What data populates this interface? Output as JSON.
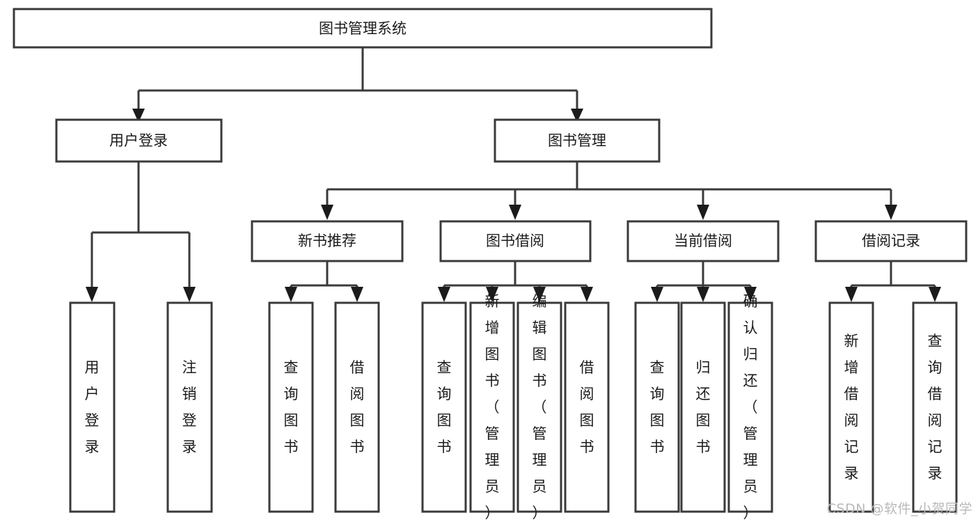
{
  "diagram": {
    "title": "图书管理系统",
    "type": "tree-hierarchy",
    "root": {
      "label": "图书管理系统",
      "children": [
        {
          "label": "用户登录",
          "children": [
            {
              "label": "用户登录"
            },
            {
              "label": "注销登录"
            }
          ]
        },
        {
          "label": "图书管理",
          "children": [
            {
              "label": "新书推荐",
              "children": [
                {
                  "label": "查询图书"
                },
                {
                  "label": "借阅图书"
                }
              ]
            },
            {
              "label": "图书借阅",
              "children": [
                {
                  "label": "查询图书"
                },
                {
                  "label": "新增图书（管理员）"
                },
                {
                  "label": "编辑图书（管理员）"
                },
                {
                  "label": "借阅图书"
                }
              ]
            },
            {
              "label": "当前借阅",
              "children": [
                {
                  "label": "查询图书"
                },
                {
                  "label": "归还图书"
                },
                {
                  "label": "确认归还（管理员）"
                }
              ]
            },
            {
              "label": "借阅记录",
              "children": [
                {
                  "label": "新增借阅记录"
                },
                {
                  "label": "查询借阅记录"
                }
              ]
            }
          ]
        }
      ]
    },
    "nodes": {
      "root_title": "图书管理系统",
      "l1_user_login": "用户登录",
      "l1_book_mgmt": "图书管理",
      "l2_new_book_rec": "新书推荐",
      "l2_book_borrow": "图书借阅",
      "l2_current_borrow": "当前借阅",
      "l2_borrow_record": "借阅记录",
      "leaf_user_login": "用户登录",
      "leaf_logout": "注销登录",
      "leaf_query_book_a": "查询图书",
      "leaf_borrow_book_a": "借阅图书",
      "leaf_query_book_b": "查询图书",
      "leaf_add_book_admin": "新增图书（管理员）",
      "leaf_edit_book_admin": "编辑图书（管理员）",
      "leaf_borrow_book_b": "借阅图书",
      "leaf_query_book_c": "查询图书",
      "leaf_return_book": "归还图书",
      "leaf_confirm_return_admin": "确认归还（管理员）",
      "leaf_add_record": "新增借阅记录",
      "leaf_query_record": "查询借阅记录"
    },
    "colors": {
      "stroke": "#3a3a3a",
      "arrow": "#1b1b1b",
      "fill": "#ffffff",
      "text": "#1b1b1b",
      "watermark": "#b9b9b9"
    }
  },
  "watermark": {
    "text": "CSDN @软件_小贺同学"
  }
}
